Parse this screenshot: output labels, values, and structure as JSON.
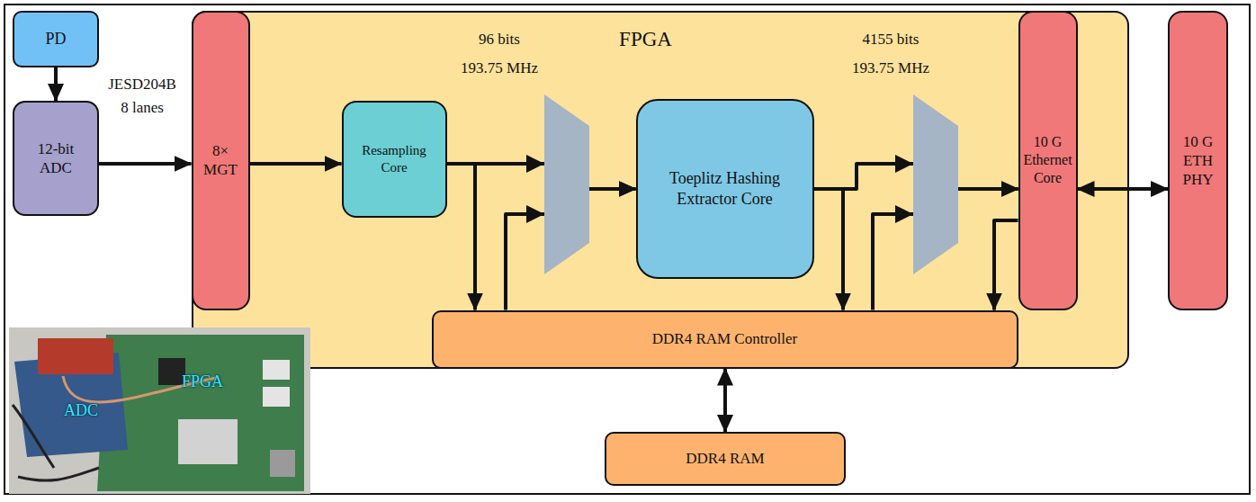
{
  "diagram": {
    "nodes": [
      {
        "text": [
          "PD"
        ]
      },
      {
        "text": [
          "12-bit ADC"
        ]
      },
      {
        "text": [
          "FPGA"
        ]
      },
      {
        "text": [
          "8× MGT"
        ],
        "in": 2
      },
      {
        "text": [
          "Resampling Core"
        ],
        "in": 2
      },
      {
        "text": [
          "Toeplitz Hashing Extractor Core"
        ],
        "in": 2
      },
      {
        "text": [
          "10 G Ethernet Core"
        ],
        "in": 2
      },
      {
        "text": [
          "DDR4 RAM Controller"
        ],
        "in": 2
      },
      {
        "text": [
          "10 G ETH PHY"
        ]
      },
      {
        "text": [
          "DDR4 RAM"
        ]
      }
    ],
    "edges": [
      {
        "from": 0,
        "to": 1,
        "arrow": "to"
      },
      {
        "from": 1,
        "to": 3,
        "arrow": "to"
      },
      {
        "from": 3,
        "to": 4,
        "arrow": "to"
      },
      {
        "from": 4,
        "to": 5,
        "arrow": "to"
      },
      {
        "from": 4,
        "to": 7,
        "arrow": "to"
      },
      {
        "from": 7,
        "to": 5,
        "arrow": "to"
      },
      {
        "from": 5,
        "to": 6,
        "arrow": "to"
      },
      {
        "from": 5,
        "to": 7,
        "arrow": "to"
      },
      {
        "from": 7,
        "to": 6,
        "arrow": "to"
      },
      {
        "from": 6,
        "to": 7,
        "arrow": "to"
      },
      {
        "from": 6,
        "to": 8,
        "arrow": "both"
      },
      {
        "from": 7,
        "to": 9,
        "arrow": "both"
      }
    ],
    "labels": [
      "JESD204B",
      "8 lanes",
      "96 bits",
      "193.75 MHz",
      "4155 bits",
      "193.75 MHz",
      "FPGA",
      "ADC"
    ]
  }
}
